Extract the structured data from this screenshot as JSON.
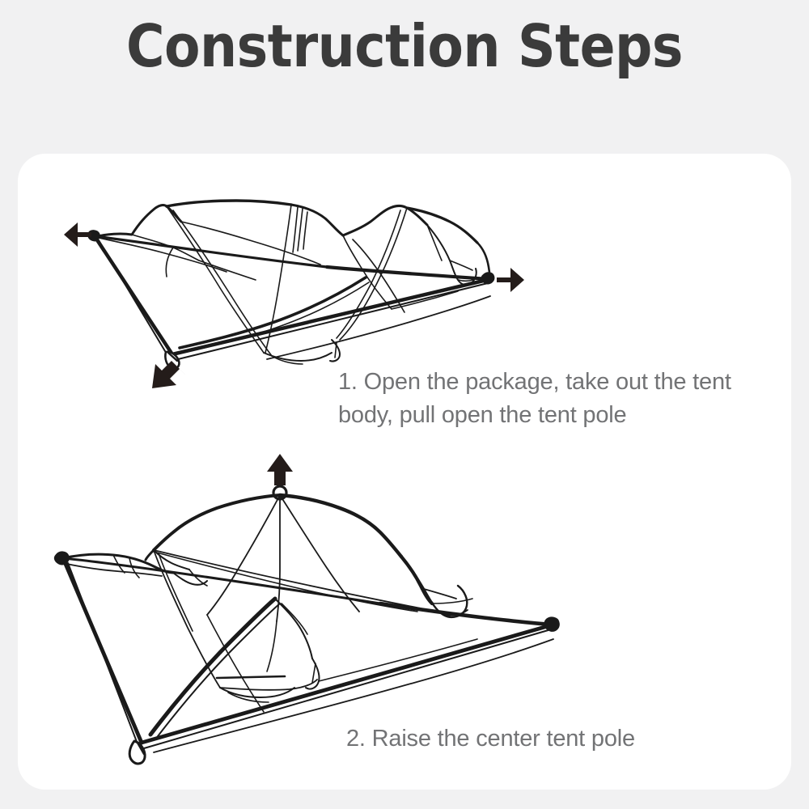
{
  "page": {
    "title": "Construction Steps",
    "background_color": "#f1f1f2",
    "card_color": "#ffffff",
    "title_color": "#3b3b3b",
    "caption_color": "#727375",
    "line_color": "#1a1a1a"
  },
  "steps": [
    {
      "number": "1",
      "text": "1. Open the package, take out the tent body, pull open the tent pole",
      "illustration_name": "collapsed-tent-with-pull-arrows",
      "arrows": [
        {
          "name": "arrow-left",
          "direction": "left"
        },
        {
          "name": "arrow-right",
          "direction": "right"
        },
        {
          "name": "arrow-down-left",
          "direction": "down-left"
        }
      ]
    },
    {
      "number": "2",
      "text": "2. Raise the center tent pole",
      "illustration_name": "raised-tent-with-up-arrow",
      "arrows": [
        {
          "name": "arrow-up",
          "direction": "up"
        }
      ]
    }
  ]
}
